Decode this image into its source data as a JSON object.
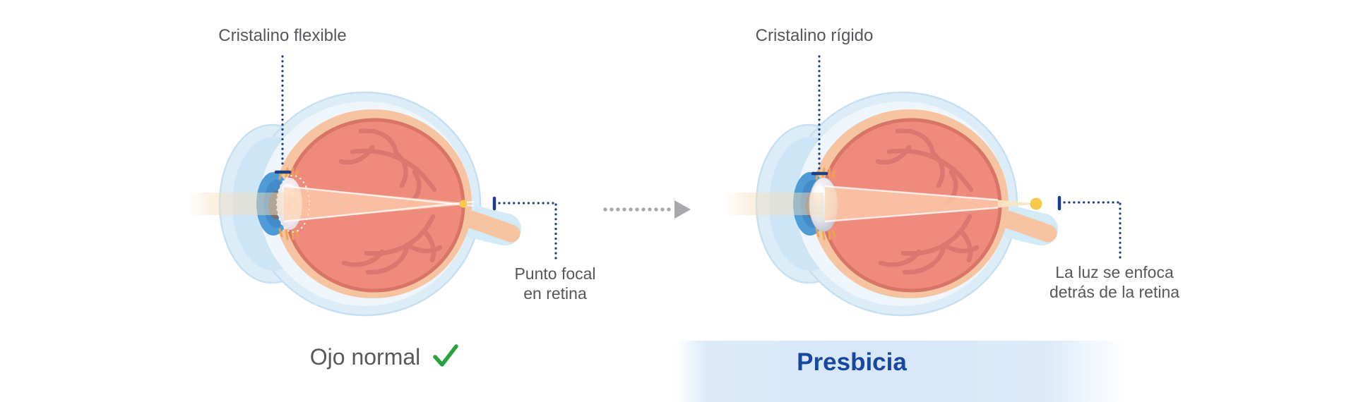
{
  "left_panel": {
    "lens_label": "Cristalino flexible",
    "focal_label": {
      "line1": "Punto focal",
      "line2": "en retina"
    },
    "caption": "Ojo normal",
    "caption_icon": "checkmark"
  },
  "right_panel": {
    "lens_label": "Cristalino rígido",
    "focal_label": {
      "line1": "La luz se enfoca",
      "line2": "detrás de la retina"
    },
    "caption": "Presbicia"
  },
  "transition": {
    "arrow_icon": "dotted-arrow-right"
  },
  "colors": {
    "leader_navy": "#1d3f86",
    "label_gray": "#55575b",
    "caption_gray": "#58595d",
    "check_green": "#27a23d",
    "presbicia_blue": "#17479e",
    "banner_blue": "#d8e8f9",
    "arrow_gray": "#a8a8ad",
    "focal_yellow": "#f6c94b",
    "beam_cream": "#f7dcb8",
    "cone_fill": "#ffd2b0",
    "sclera_outer": "#dcedf8",
    "sclera_edge": "#c7e0f1",
    "sclera_inner": "#eef6fc",
    "dome_inner": "#cde5f5",
    "choroid": "#f6c4a0",
    "vitreous": "#ee8b7d",
    "vitreous_rim": "#d87568",
    "vessel": "#d5736d",
    "iris_blue": "#4f9bd5",
    "iris_deep": "#3e86c3",
    "pupil_gray": "#6e7177",
    "zonule_orange": "#eda54e",
    "nerve_sheath": "#d4eaf6"
  }
}
